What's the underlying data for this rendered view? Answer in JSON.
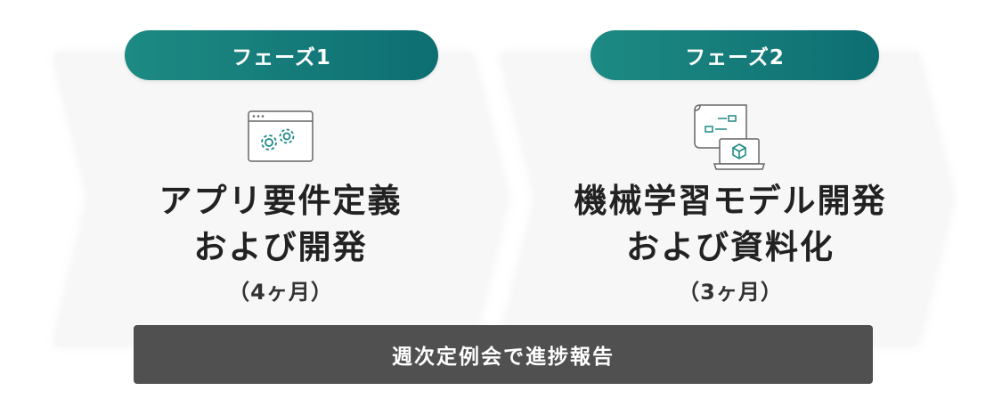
{
  "phases": [
    {
      "label": "フェーズ1",
      "title_line1": "アプリ要件定義",
      "title_line2": "および開発",
      "duration": "（4ヶ月）",
      "icon": "browser-gears-icon"
    },
    {
      "label": "フェーズ2",
      "title_line1": "機械学習モデル開発",
      "title_line2": "および資料化",
      "duration": "（3ヶ月）",
      "icon": "document-laptop-cube-icon"
    }
  ],
  "footer": {
    "label": "週次定例会で進捗報告"
  },
  "colors": {
    "pill_start": "#1d8a83",
    "pill_end": "#0e6e72",
    "chevron_fill": "#f7f7f7",
    "bar": "#505050",
    "icon_stroke": "#666666",
    "icon_accent": "#1f8a85"
  }
}
